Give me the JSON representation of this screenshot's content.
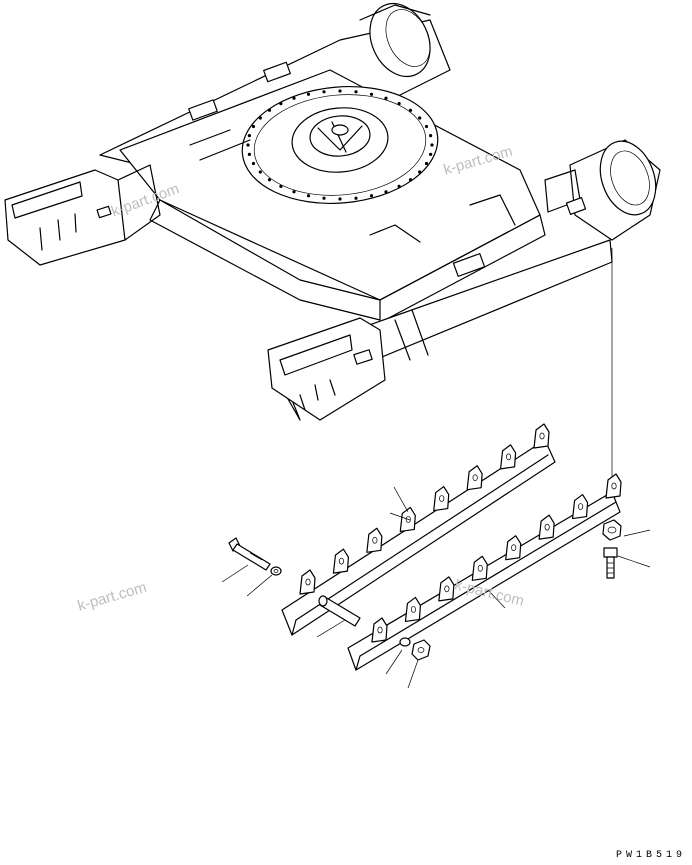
{
  "watermarks": [
    "k-part.com",
    "k-part.com",
    "k-part.com",
    "k-part.com"
  ],
  "drawing_code": "PW1B519"
}
